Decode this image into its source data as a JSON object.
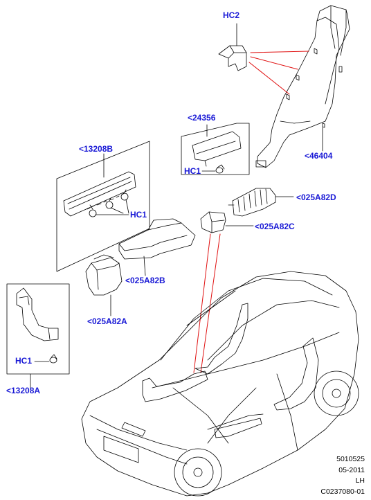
{
  "callouts": {
    "hc2": "HC2",
    "ref_24356": "<24356",
    "hc1_top": "HC1",
    "ref_13208b": "<13208B",
    "hc1_mid": "HC1",
    "ref_46404": "<46404",
    "ref_025a82d": "<025A82D",
    "ref_025a82c": "<025A82C",
    "ref_025a82b": "<025A82B",
    "ref_025a82a": "<025A82A",
    "hc1_left": "HC1",
    "ref_13208a": "<13208A"
  },
  "footer": {
    "line1": "5010525",
    "line2": "05-2011",
    "line3": "LH",
    "line4": "C0237080-01"
  },
  "colors": {
    "callout_text": "#1a1ad6",
    "leader_red": "#e01010",
    "line": "#000000"
  }
}
